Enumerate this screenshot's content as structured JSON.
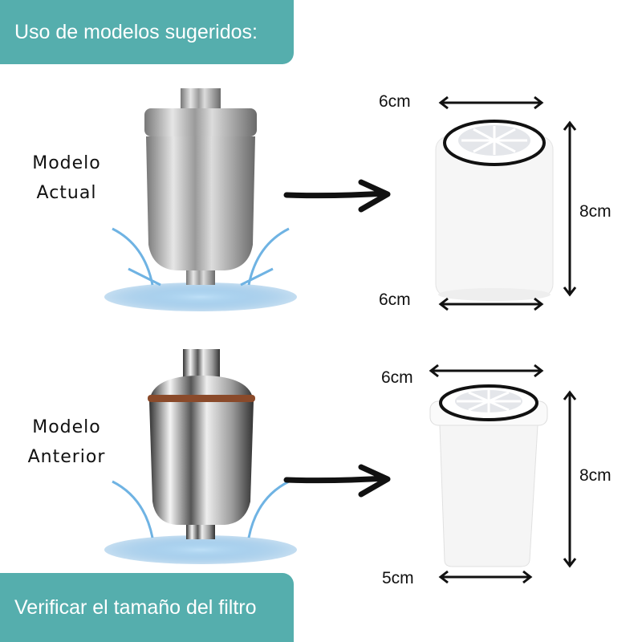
{
  "header": {
    "title": "Uso de modelos sugeridos:"
  },
  "footer": {
    "title": "Verificar el tamaño del filtro"
  },
  "models": [
    {
      "label_line1": "Modelo",
      "label_line2": "Actual",
      "top_width": "6cm",
      "bottom_width": "6cm",
      "height": "8cm"
    },
    {
      "label_line1": "Modelo",
      "label_line2": "Anterior",
      "top_width": "6cm",
      "bottom_width": "5cm",
      "height": "8cm"
    }
  ],
  "colors": {
    "accent": "#55aead",
    "band": "#8a4a2a"
  }
}
